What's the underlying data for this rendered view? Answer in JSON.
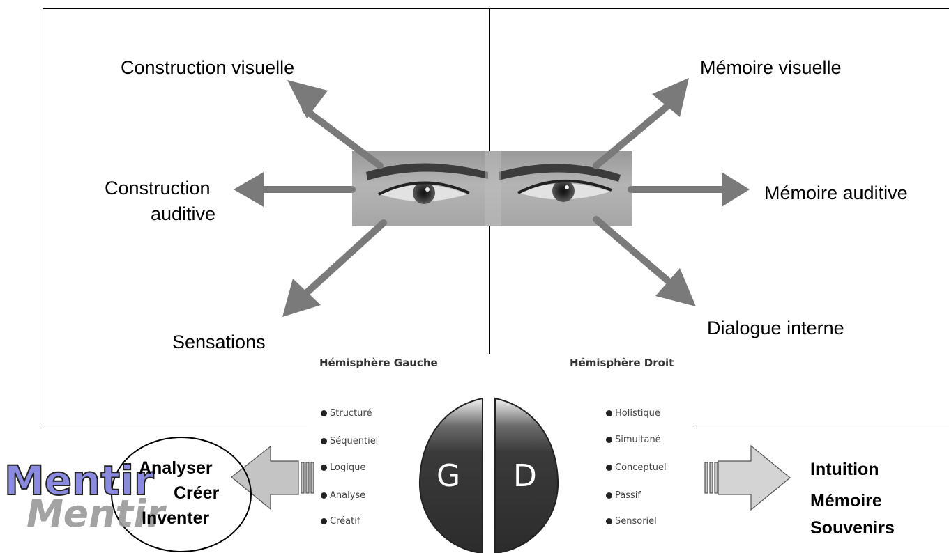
{
  "eye_labels": {
    "top_left": "Construction visuelle",
    "mid_left_line1": "Construction",
    "mid_left_line2": "auditive",
    "bottom_left": "Sensations",
    "top_right": "Mémoire visuelle",
    "mid_right": "Mémoire auditive",
    "bottom_right": "Dialogue interne"
  },
  "hemispheres": {
    "left_title": "Hémisphère Gauche",
    "right_title": "Hémisphère Droit",
    "left_letter": "G",
    "right_letter": "D",
    "left_traits": [
      "Structuré",
      "Séquentiel",
      "Logique",
      "Analyse",
      "Créatif"
    ],
    "right_traits": [
      "Holistique",
      "Simultané",
      "Conceptuel",
      "Passif",
      "Sensoriel"
    ]
  },
  "left_outcomes": [
    "Analyser",
    "Créer",
    "Inventer"
  ],
  "right_outcomes": [
    "Intuition",
    "Mémoire",
    "Souvenirs"
  ],
  "wordart": "Mentir",
  "colors": {
    "arrow": "#7a7a7a",
    "brain": "#3a3a3a",
    "wordart_fill": "#8a8ae0",
    "wordart_shadow": "#9a9a9a"
  }
}
